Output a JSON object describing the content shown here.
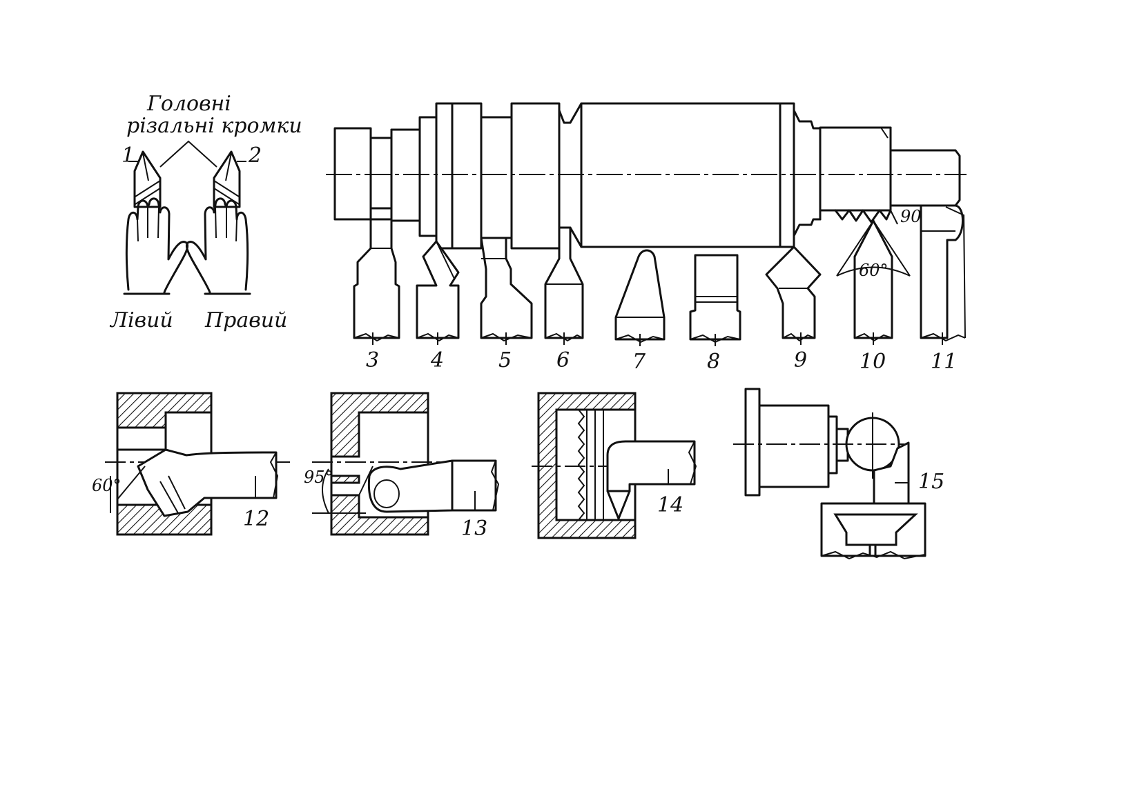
{
  "labels": {
    "heading_line1": "Головні",
    "heading_line2": "різальні кромки",
    "left": "Лівий",
    "right": "Правий",
    "n1": "1",
    "n2": "2",
    "tools": [
      "3",
      "4",
      "5",
      "6",
      "7",
      "8",
      "9",
      "10",
      "11"
    ],
    "n12": "12",
    "n13": "13",
    "n14": "14",
    "n15": "15"
  },
  "angles": {
    "thread_angle": "60°",
    "shoulder_angle": "90",
    "bore_angle": "60°",
    "facing_angle": "95°"
  }
}
